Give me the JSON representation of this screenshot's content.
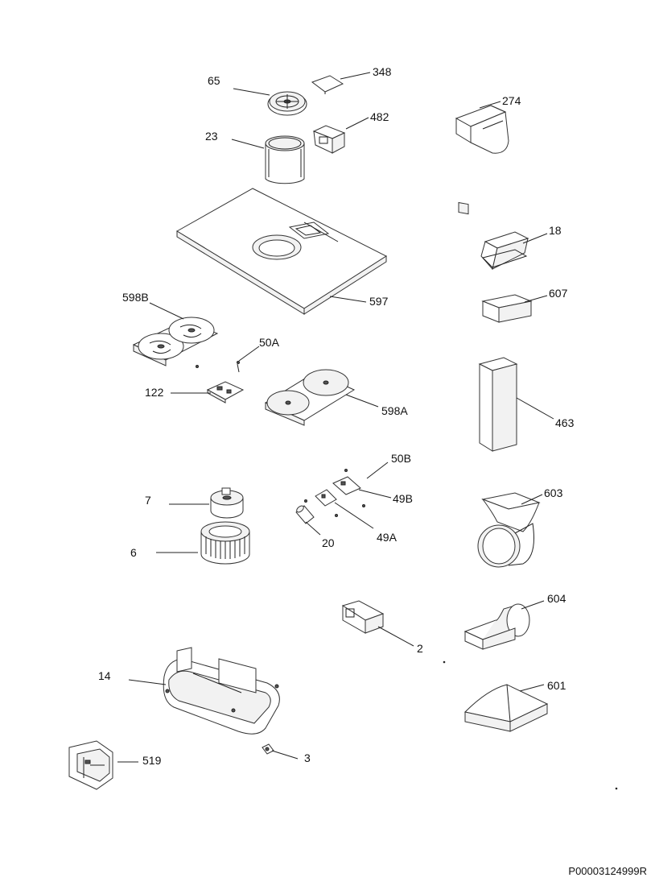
{
  "parts": [
    {
      "id": "65",
      "label": "65"
    },
    {
      "id": "348",
      "label": "348"
    },
    {
      "id": "23",
      "label": "23"
    },
    {
      "id": "482",
      "label": "482"
    },
    {
      "id": "274",
      "label": "274"
    },
    {
      "id": "597",
      "label": "597"
    },
    {
      "id": "18",
      "label": "18"
    },
    {
      "id": "607",
      "label": "607"
    },
    {
      "id": "598B",
      "label": "598B"
    },
    {
      "id": "50A",
      "label": "50A"
    },
    {
      "id": "122",
      "label": "122"
    },
    {
      "id": "598A",
      "label": "598A"
    },
    {
      "id": "463",
      "label": "463"
    },
    {
      "id": "50B",
      "label": "50B"
    },
    {
      "id": "49B",
      "label": "49B"
    },
    {
      "id": "7",
      "label": "7"
    },
    {
      "id": "603",
      "label": "603"
    },
    {
      "id": "20",
      "label": "20"
    },
    {
      "id": "49A",
      "label": "49A"
    },
    {
      "id": "6",
      "label": "6"
    },
    {
      "id": "604",
      "label": "604"
    },
    {
      "id": "2",
      "label": "2"
    },
    {
      "id": "14",
      "label": "14"
    },
    {
      "id": "601",
      "label": "601"
    },
    {
      "id": "519",
      "label": "519"
    },
    {
      "id": "3",
      "label": "3"
    }
  ],
  "document_code": "P00003124999R"
}
